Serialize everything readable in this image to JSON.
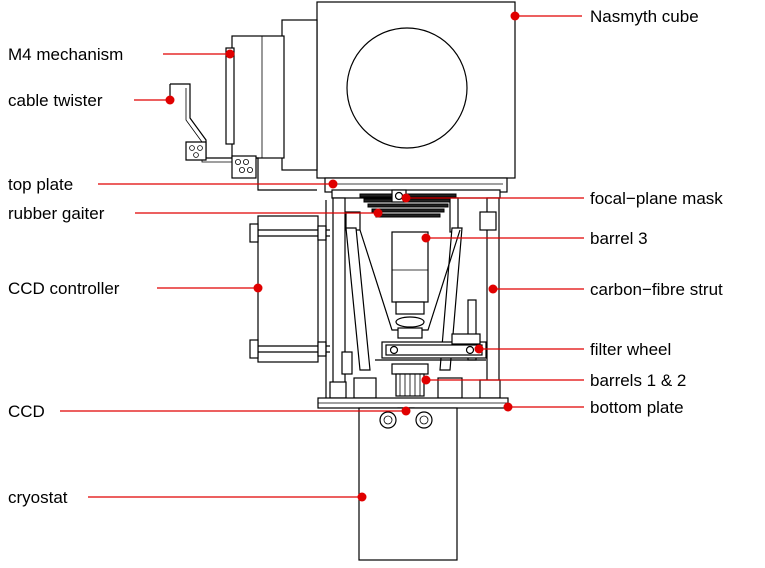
{
  "accent_color": "#e00000",
  "labels": {
    "nasmyth_cube": "Nasmyth cube",
    "m4_mechanism": "M4 mechanism",
    "cable_twister": "cable twister",
    "top_plate": "top plate",
    "rubber_gaiter": "rubber gaiter",
    "ccd_controller": "CCD controller",
    "ccd": "CCD",
    "cryostat": "cryostat",
    "focal_plane_mask": "focal−plane mask",
    "barrel_3": "barrel 3",
    "carbon_fibre_strut": "carbon−fibre strut",
    "filter_wheel": "filter wheel",
    "barrels_1_2": "barrels 1 & 2",
    "bottom_plate": "bottom plate"
  }
}
